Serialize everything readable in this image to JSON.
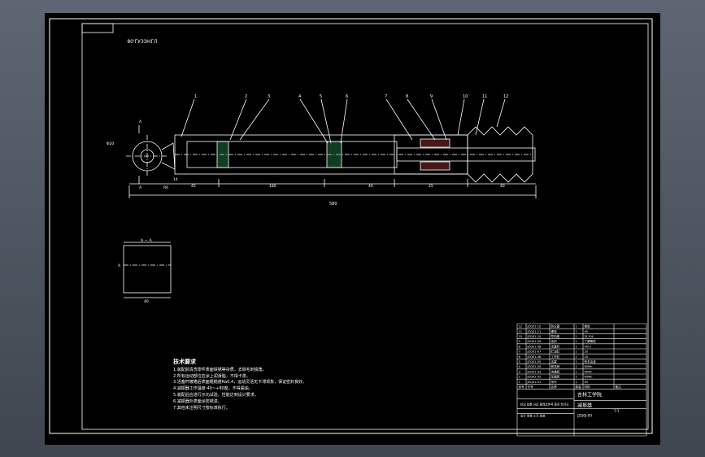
{
  "drawing": {
    "code_box": "80'ГУ3ЭНГЛ",
    "leaders": [
      "1",
      "2",
      "3",
      "4",
      "5",
      "6",
      "7",
      "8",
      "9",
      "10",
      "11",
      "12"
    ],
    "dims": {
      "total": "580",
      "d1": "45",
      "d2": "180",
      "d3": "40",
      "d4": "25",
      "d5": "40",
      "left_phi": "Φ20",
      "left_r": "R6",
      "bottom_small": "14"
    },
    "section": {
      "label": "A — A",
      "left_mark": "A",
      "dim": "40"
    },
    "left_mark_top": "A",
    "left_mark_bottom": "A"
  },
  "notes": {
    "title": "技术要求",
    "items": [
      "1.装配前清洗零件表面铁锈等杂质，去除毛刺锐角。",
      "2.所有运动部位应涂上润滑脂，不得卡滞。",
      "3.活塞杆镀铬后表面粗糙度Ra0.4，运动灵活无卡滞现象，保证密封良好。",
      "4.减振器工作温度-40~+80度，不得漏油。",
      "5.装配后应进行示功试验，性能达到设计要求。",
      "6.减振器外表面涂防锈漆。",
      "7.其他未注明尺寸按标准执行。"
    ]
  },
  "title_block": {
    "school": "吉林工学院",
    "drawing_name": "减振器",
    "drawing_no": "JZQ0J-00",
    "scale": "1:1",
    "header_cols": [
      "序号",
      "代号",
      "名称",
      "数量",
      "材料",
      "备注"
    ],
    "rows": [
      [
        "12",
        "JZQ01-12",
        "防尘罩",
        "1",
        "橡胶",
        ""
      ],
      [
        "11",
        "JZQ01-11",
        "螺母",
        "1",
        "45",
        ""
      ],
      [
        "10",
        "JZQ01-10",
        "导向座",
        "1",
        "ZL104",
        ""
      ],
      [
        "9",
        "JZQ01-09",
        "油封",
        "1",
        "丁腈橡胶",
        ""
      ],
      [
        "8",
        "JZQ01-08",
        "活塞杆",
        "1",
        "40Cr",
        ""
      ],
      [
        "7",
        "JZQ01-07",
        "贮油缸",
        "1",
        "20",
        ""
      ],
      [
        "6",
        "JZQ01-06",
        "工作缸",
        "1",
        "20",
        ""
      ],
      [
        "5",
        "JZQ01-05",
        "活塞",
        "1",
        "粉末冶金",
        ""
      ],
      [
        "4",
        "JZQ01-04",
        "伸张阀",
        "1",
        "65Mn",
        ""
      ],
      [
        "3",
        "JZQ01-03",
        "流通阀",
        "1",
        "65Mn",
        ""
      ],
      [
        "2",
        "JZQ01-02",
        "压缩阀",
        "1",
        "65Mn",
        ""
      ],
      [
        "1",
        "JZQ01-01",
        "吊环",
        "1",
        "45",
        ""
      ]
    ],
    "sign_row": [
      "标记",
      "处数",
      "分区",
      "更改文件号",
      "签名",
      "年月日"
    ],
    "bottom_row": [
      "设计",
      "审核",
      "工艺",
      "批准"
    ],
    "labels": {
      "seq": "序号",
      "code": "代号",
      "stage": "阶段标记",
      "weight": "重量",
      "ratio": "比例"
    }
  }
}
